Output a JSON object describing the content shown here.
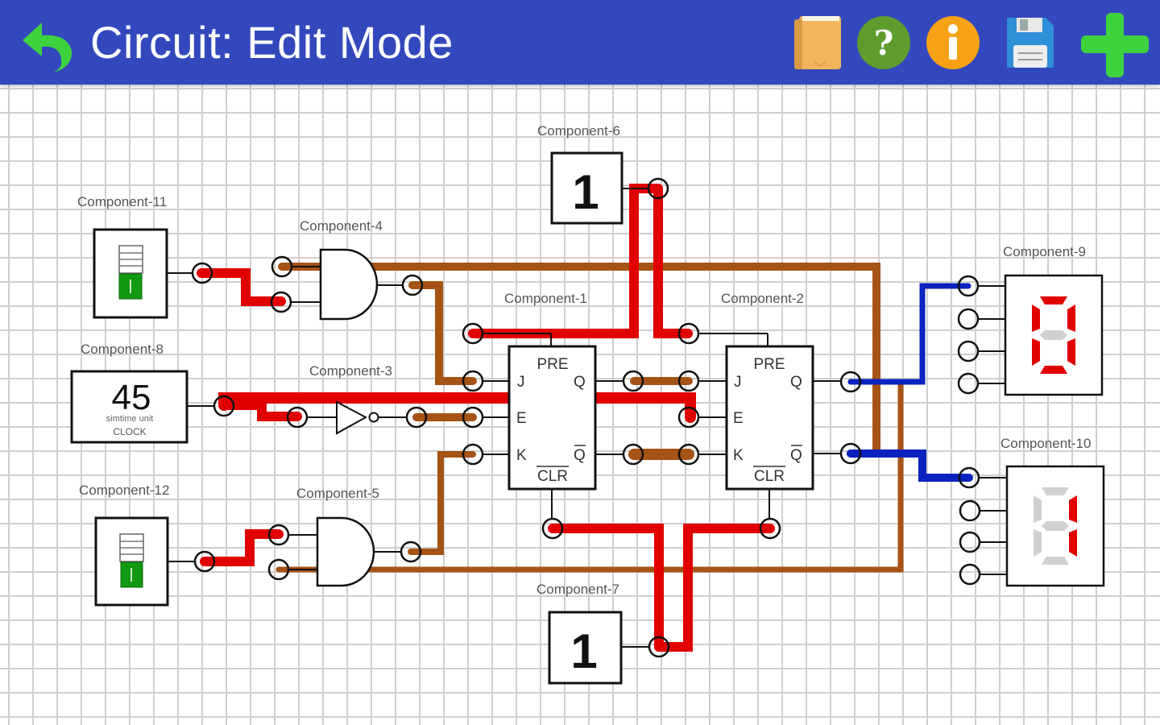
{
  "app": {
    "title": "Circuit: Edit Mode",
    "toolbar": [
      {
        "name": "back",
        "icon": "undo-arrow-icon",
        "color": "#3fd23f"
      },
      {
        "name": "library",
        "icon": "book-icon",
        "color": "#f0b35a"
      },
      {
        "name": "help",
        "icon": "help-icon",
        "glyph": "?",
        "color": "#5e9c2e"
      },
      {
        "name": "info",
        "icon": "info-icon",
        "glyph": "i",
        "color": "#f7a214"
      },
      {
        "name": "save",
        "icon": "floppy-disk-icon",
        "color": "#2f8fd8"
      },
      {
        "name": "add",
        "icon": "plus-icon",
        "color": "#3fd23f"
      }
    ]
  },
  "colors": {
    "appbar": "#3448bd",
    "wire_high": "#e00000",
    "wire_low": "#a65316",
    "wire_bus": "#0a22c0",
    "segment_on": "#e00000",
    "segment_off": "#d0d0d0",
    "switch_on": "#119911"
  },
  "components": {
    "c1": {
      "label": "Component-1",
      "type": "JK flip-flop",
      "pins": {
        "pre": "PRE",
        "j": "J",
        "q": "Q",
        "e": "E",
        "k": "K",
        "qbar": "Q",
        "clr": "CLR"
      }
    },
    "c2": {
      "label": "Component-2",
      "type": "JK flip-flop",
      "pins": {
        "pre": "PRE",
        "j": "J",
        "q": "Q",
        "e": "E",
        "k": "K",
        "qbar": "Q",
        "clr": "CLR"
      }
    },
    "c3": {
      "label": "Component-3",
      "type": "NOT gate"
    },
    "c4": {
      "label": "Component-4",
      "type": "AND gate"
    },
    "c5": {
      "label": "Component-5",
      "type": "AND gate"
    },
    "c6": {
      "label": "Component-6",
      "type": "constant",
      "value": "1"
    },
    "c7": {
      "label": "Component-7",
      "type": "constant",
      "value": "1"
    },
    "c8": {
      "label": "Component-8",
      "type": "clock",
      "value": "45",
      "unit": "simtime unit",
      "caption": "CLOCK"
    },
    "c9": {
      "label": "Component-9",
      "type": "7-segment display",
      "digit": "0"
    },
    "c10": {
      "label": "Component-10",
      "type": "7-segment display",
      "digit": "1"
    },
    "c11": {
      "label": "Component-11",
      "type": "switch",
      "state": "on"
    },
    "c12": {
      "label": "Component-12",
      "type": "switch",
      "state": "on"
    }
  }
}
